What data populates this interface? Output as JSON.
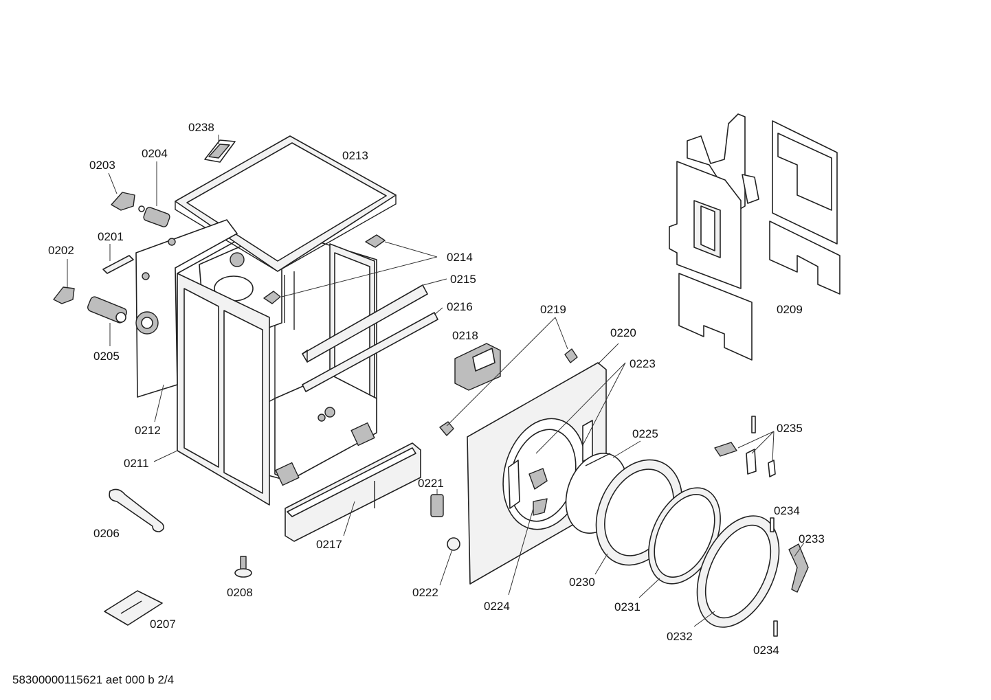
{
  "footer": "58300000115621 aet 000 b 2/4",
  "labels": {
    "p0201": "0201",
    "p0202": "0202",
    "p0203": "0203",
    "p0204": "0204",
    "p0205": "0205",
    "p0206": "0206",
    "p0207": "0207",
    "p0208": "0208",
    "p0209": "0209",
    "p0211": "0211",
    "p0212": "0212",
    "p0213": "0213",
    "p0214": "0214",
    "p0215": "0215",
    "p0216": "0216",
    "p0217": "0217",
    "p0218": "0218",
    "p0219": "0219",
    "p0220": "0220",
    "p0221": "0221",
    "p0222": "0222",
    "p0223": "0223",
    "p0224": "0224",
    "p0225": "0225",
    "p0230": "0230",
    "p0231": "0231",
    "p0232": "0232",
    "p0233": "0233",
    "p0234a": "0234",
    "p0234b": "0234",
    "p0235": "0235",
    "p0238": "0238"
  }
}
